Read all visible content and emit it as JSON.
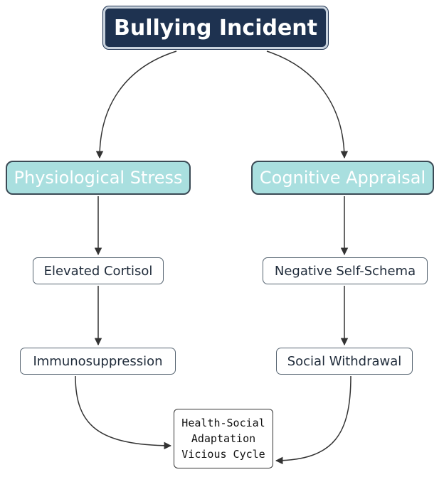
{
  "root": {
    "label": "Bullying Incident"
  },
  "branches": [
    {
      "label": "Physiological Stress",
      "steps": [
        "Elevated Cortisol",
        "Immunosuppression"
      ]
    },
    {
      "label": "Cognitive Appraisal",
      "steps": [
        "Negative Self-Schema",
        "Social Withdrawal"
      ]
    }
  ],
  "outcome": {
    "lines": [
      "Health-Social",
      "Adaptation",
      "Vicious Cycle"
    ]
  },
  "colors": {
    "root_fill": "#1e3250",
    "branch_fill": "#a9dfdf",
    "edge": "#333333"
  }
}
